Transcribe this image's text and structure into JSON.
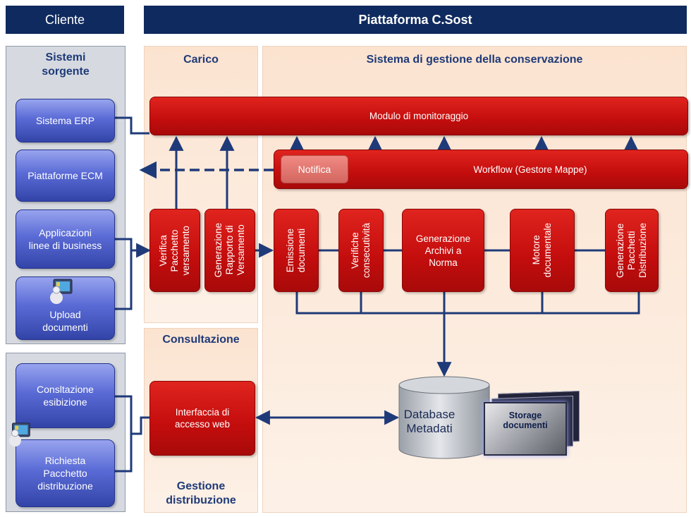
{
  "header": {
    "client": "Cliente",
    "platform": "Piattaforma C.Sost"
  },
  "panels": {
    "source_systems": "Sistemi\nsorgente",
    "load": "Carico",
    "conservation": "Sistema di gestione della conservazione",
    "consultation": "Consultazione",
    "distribution": "Gestione\ndistribuzione"
  },
  "client_boxes": {
    "erp": "Sistema ERP",
    "ecm": "Piattaforme ECM",
    "business_apps": "Applicazioni\nlinee di business",
    "upload": "Upload\ndocumenti",
    "consultation": "Consltazione\nesibizione",
    "request_package": "Richiesta\nPacchetto\ndistribuzione"
  },
  "platform_boxes": {
    "monitoring": "Modulo di monitoraggio",
    "notification": "Notifica",
    "workflow": "Workflow (Gestore Mappe)",
    "verify_package": "Verifica\nPacchetto\nversamento",
    "generate_report": "Generazione\nRapporto di\nVersamento",
    "emission": "Emissione\ndocumenti",
    "consecutive_checks": "Verifiche\nconsecutività",
    "generate_archives": "Generazione\nArchivi a\nNorma",
    "document_engine": "Motore\ndocumentale",
    "generate_packages": "Generazione\nPacchetti\nDistribuzione",
    "web_interface": "Interfaccia di\naccesso web",
    "database": "Database\nMetadati",
    "storage": "Storage\ndocumenti"
  },
  "colors": {
    "navy": "#0f2a5e",
    "red": "#c30d0d",
    "blue": "#4a5bd0",
    "connector": "#1f3a78"
  },
  "icons": {
    "upload": "computer-user-icon",
    "consultation": "computer-user-icon"
  }
}
